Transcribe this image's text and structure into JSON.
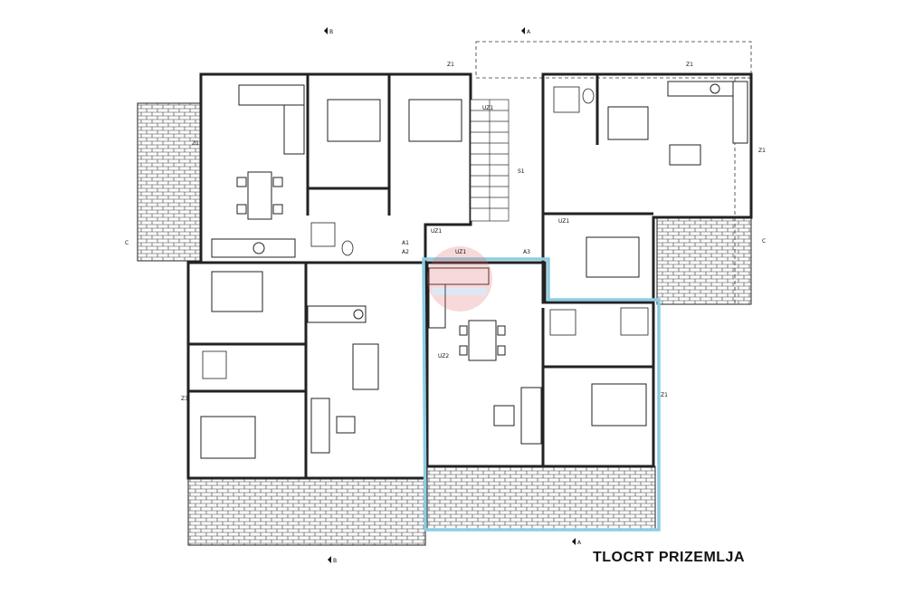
{
  "title": "TLOCRT PRIZEMLJA",
  "colors": {
    "highlight": "#8ecde3",
    "wall": "#222222",
    "watermark": "#e46b6b"
  },
  "markers": {
    "section_b": "B",
    "section_a": "A",
    "section_c": "C",
    "z1": "Z1",
    "z2": "Z2",
    "z3": "Z3",
    "uz1": "UZ1",
    "uz2": "UZ2",
    "a1": "A1",
    "a2": "A2",
    "a3": "A3",
    "s1": "S1"
  }
}
